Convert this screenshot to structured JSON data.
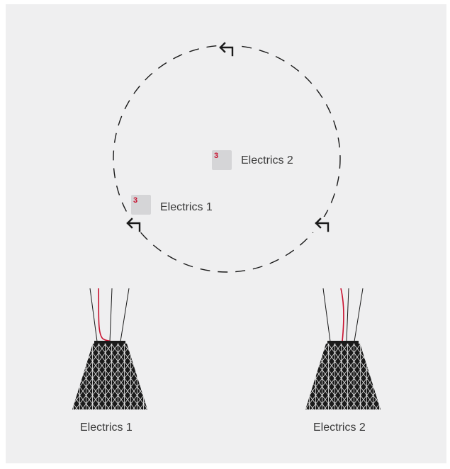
{
  "colors": {
    "background": "#efeff0",
    "circle": "#1a1a1a",
    "position_tag": "#d5d5d7",
    "position_number": "#c8102e",
    "cable_red": "#c8102e",
    "text": "#3a3a3a"
  },
  "top_view": {
    "positions": [
      {
        "number": "3",
        "label": "Electrics 2"
      },
      {
        "number": "3",
        "label": "Electrics 1"
      }
    ],
    "arrows": [
      "turn-left-arrow-icon",
      "turn-left-arrow-icon",
      "turn-left-arrow-icon"
    ]
  },
  "lamps": [
    {
      "label": "Electrics 1",
      "icon": "pendant-lamp-icon"
    },
    {
      "label": "Electrics 2",
      "icon": "pendant-lamp-icon"
    }
  ]
}
